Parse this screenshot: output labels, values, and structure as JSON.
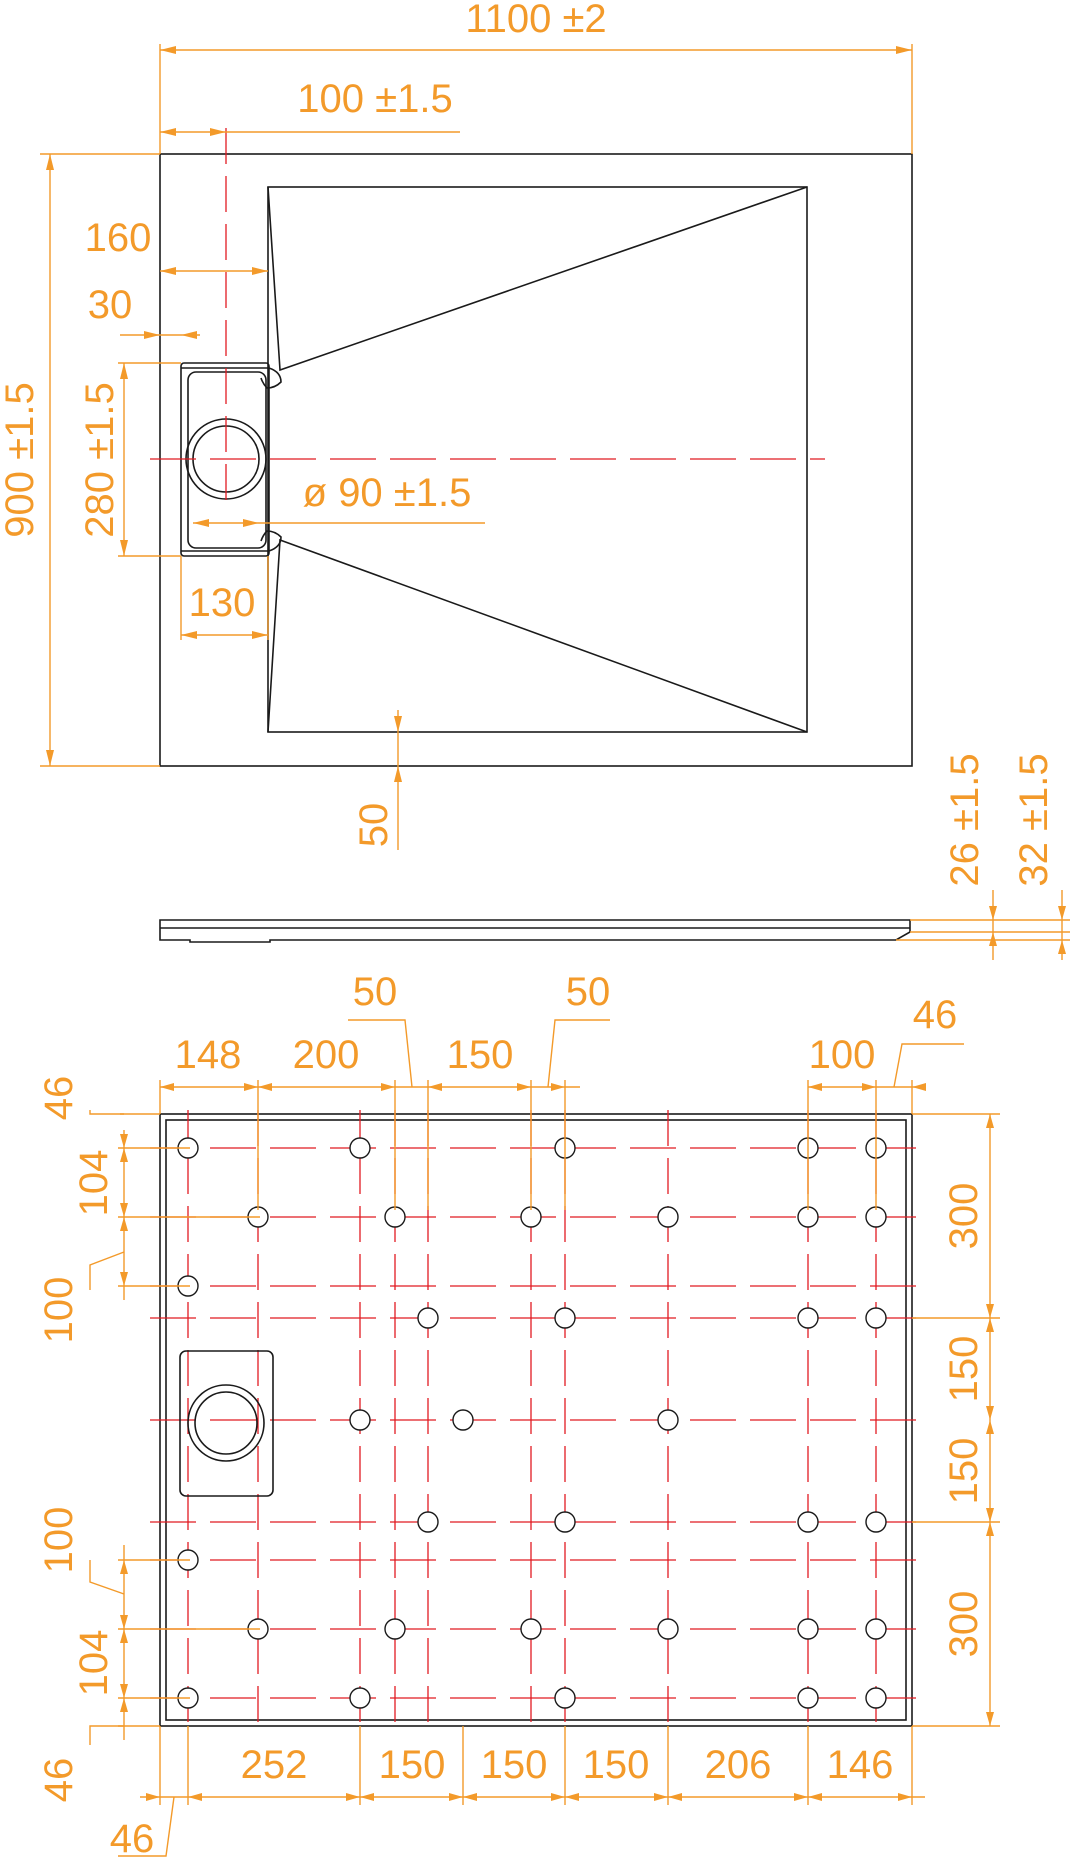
{
  "colors": {
    "outline": "#1a1a1a",
    "dimension": "#f39a2a",
    "centerline": "#e11b22",
    "background": "#ffffff"
  },
  "top_view": {
    "dim_total_width": "1100 ±2",
    "dim_100": "100 ±1.5",
    "dim_160": "160",
    "dim_30": "30",
    "dim_280": "280 ±1.5",
    "dim_130": "130",
    "dim_diameter": "ø 90 ±1.5",
    "dim_height": "900 ±1.5",
    "dim_50": "50"
  },
  "side_view": {
    "dim_26": "26 ±1.5",
    "dim_32": "32 ±1.5"
  },
  "bottom_view": {
    "top_dims": [
      "148",
      "200",
      "150",
      "100"
    ],
    "top_small": [
      "50",
      "50",
      "46"
    ],
    "left_dims_top": [
      "46",
      "104",
      "100"
    ],
    "left_dims_bottom": [
      "100",
      "104",
      "46"
    ],
    "right_dims": [
      "300",
      "150",
      "150",
      "300"
    ],
    "bottom_dims": [
      "252",
      "150",
      "150",
      "150",
      "206",
      "146"
    ],
    "bottom_small": "46"
  }
}
